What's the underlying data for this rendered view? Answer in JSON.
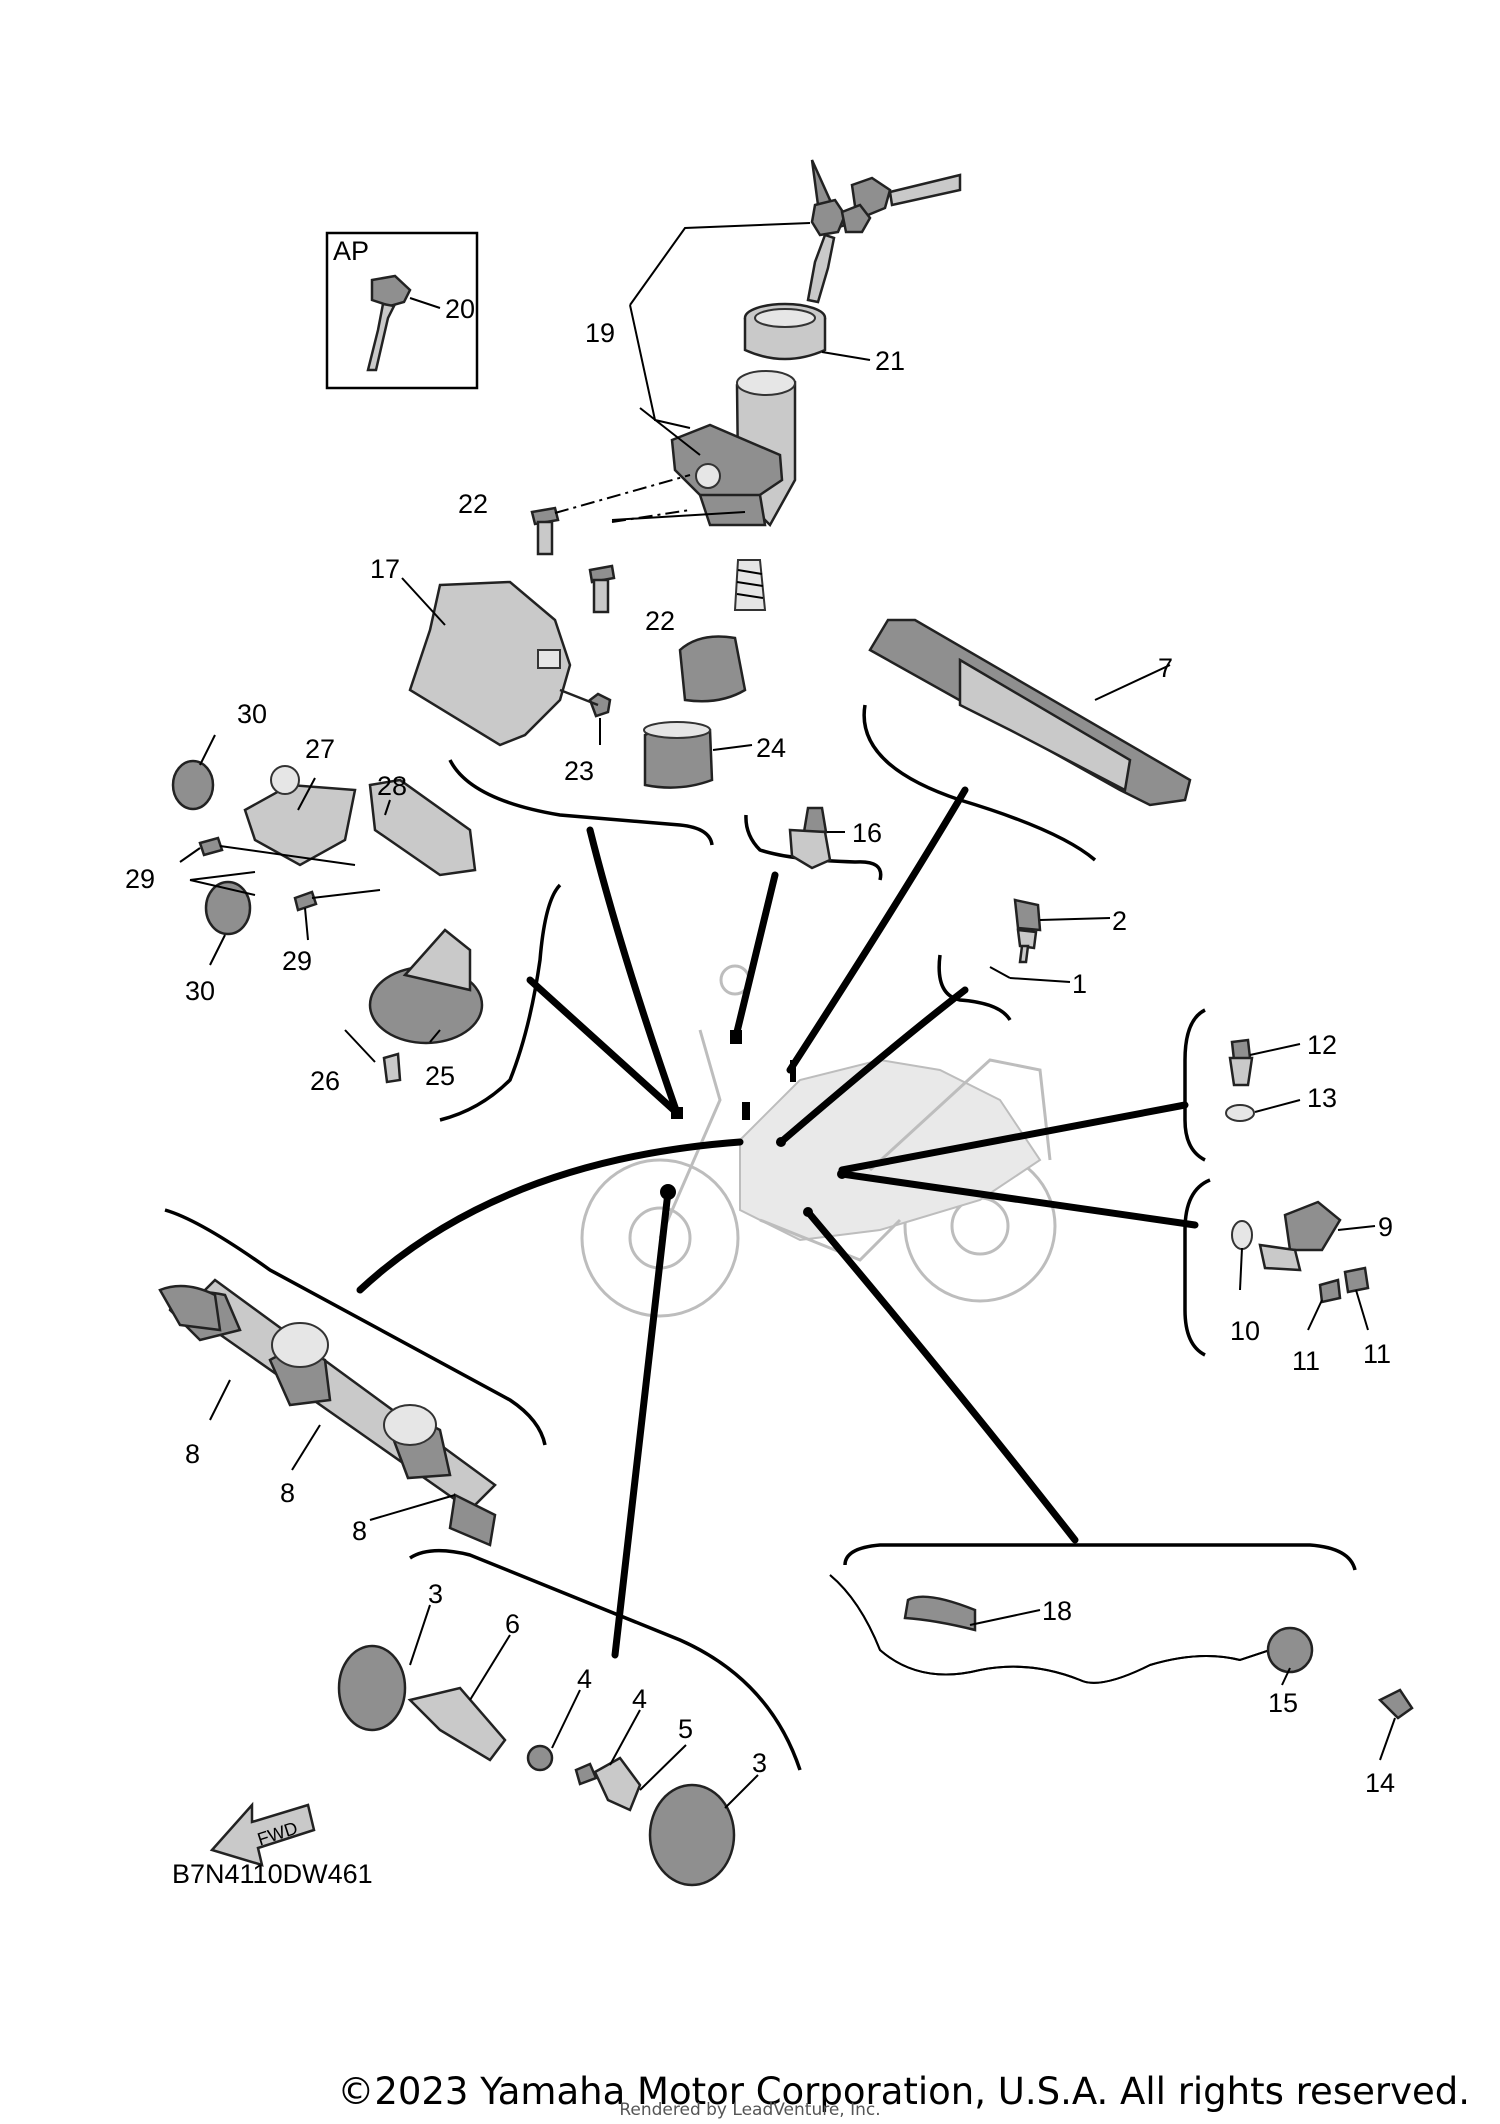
{
  "diagram": {
    "variant_label": "AP",
    "diagram_code": "B7N4110DW461",
    "fwd_label": "FWD",
    "callouts": [
      "1",
      "2",
      "3",
      "3",
      "4",
      "4",
      "5",
      "6",
      "7",
      "8",
      "8",
      "8",
      "9",
      "10",
      "11",
      "11",
      "12",
      "13",
      "14",
      "15",
      "16",
      "17",
      "18",
      "19",
      "20",
      "21",
      "22",
      "22",
      "23",
      "24",
      "25",
      "26",
      "27",
      "28",
      "29",
      "29",
      "30",
      "30"
    ]
  },
  "footer": {
    "copyright": "©2023 Yamaha Motor Corporation, U.S.A. All rights reserved.",
    "rendered_by": "Rendered by LeadVenture, Inc."
  }
}
